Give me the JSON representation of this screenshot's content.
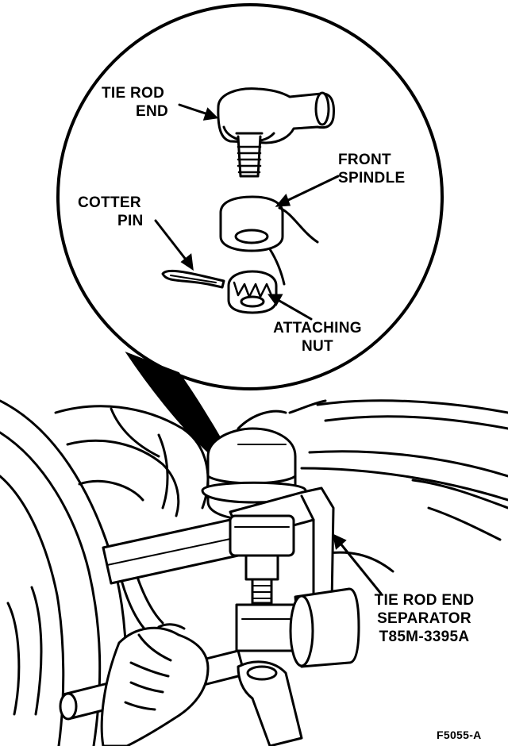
{
  "labels": {
    "tie_rod_end": [
      "TIE ROD",
      "END"
    ],
    "front_spindle": [
      "FRONT",
      "SPINDLE"
    ],
    "cotter_pin": [
      "COTTER",
      "PIN"
    ],
    "attaching_nut": [
      "ATTACHING",
      "NUT"
    ],
    "separator": [
      "TIE ROD END",
      "SEPARATOR",
      "T85M-3395A"
    ]
  },
  "figure_id": "F5055-A",
  "colors": {
    "ink": "#000000",
    "paper": "#ffffff"
  }
}
